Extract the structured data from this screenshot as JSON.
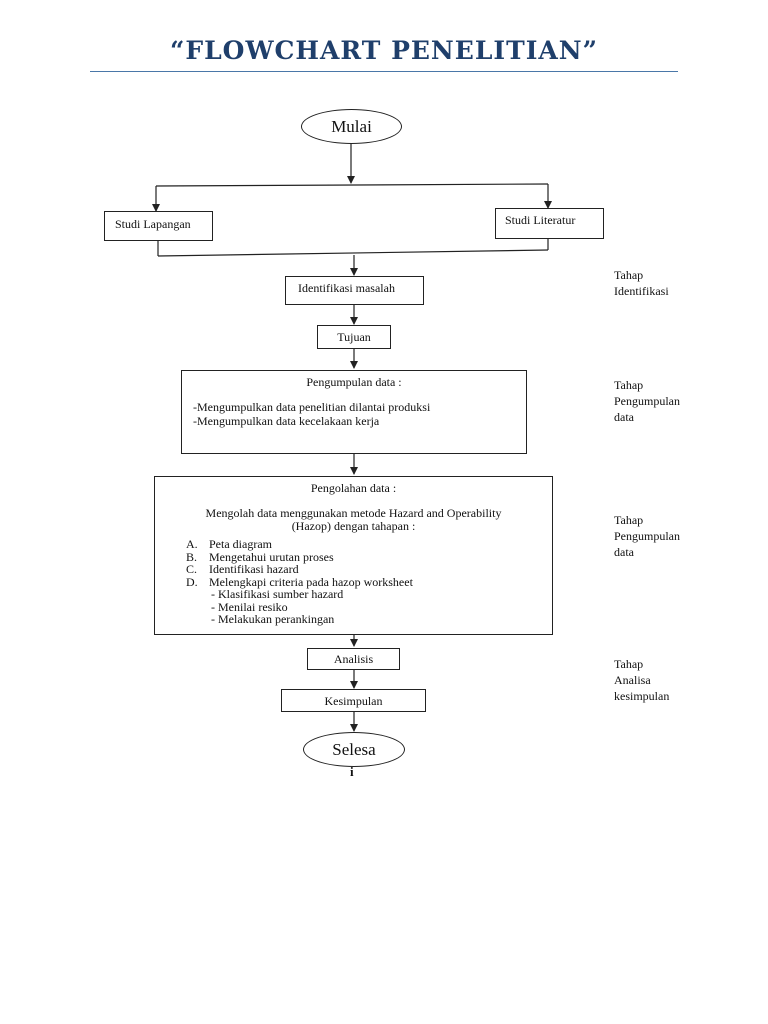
{
  "title": "“FLOWCHART PENELITIAN”",
  "nodes": {
    "start": "Mulai",
    "studi_lapangan": "Studi Lapangan",
    "studi_literatur": "Studi Literatur",
    "identifikasi": "Identifikasi masalah",
    "tujuan": "Tujuan",
    "pengumpulan": {
      "heading": "Pengumpulan data :",
      "line1": "-Mengumpulkan data penelitian dilantai produksi",
      "line2": "-Mengumpulkan data kecelakaan kerja"
    },
    "pengolahan": {
      "heading": "Pengolahan data :",
      "desc1": "Mengolah data menggunakan metode Hazard and Operability",
      "desc2": "(Hazop) dengan tahapan :",
      "items": [
        {
          "marker": "A.",
          "text": "Peta diagram"
        },
        {
          "marker": "B.",
          "text": "Mengetahui urutan proses"
        },
        {
          "marker": "C.",
          "text": "Identifikasi hazard"
        },
        {
          "marker": "D.",
          "text": "Melengkapi criteria pada hazop worksheet"
        }
      ],
      "subitems": [
        "- Klasifikasi sumber hazard",
        "- Menilai resiko",
        "- Melakukan perankingan"
      ]
    },
    "analisis": "Analisis",
    "kesimpulan": "Kesimpulan",
    "end": "Selesa",
    "end_mark": "i"
  },
  "side_labels": [
    {
      "line1": "Tahap",
      "line2": "Identifikasi",
      "line3": ""
    },
    {
      "line1": "Tahap",
      "line2": "Pengumpulan",
      "line3": "data"
    },
    {
      "line1": "Tahap",
      "line2": "Pengumpulan",
      "line3": "data"
    },
    {
      "line1": "Tahap",
      "line2": "Analisa",
      "line3": "kesimpulan"
    }
  ]
}
